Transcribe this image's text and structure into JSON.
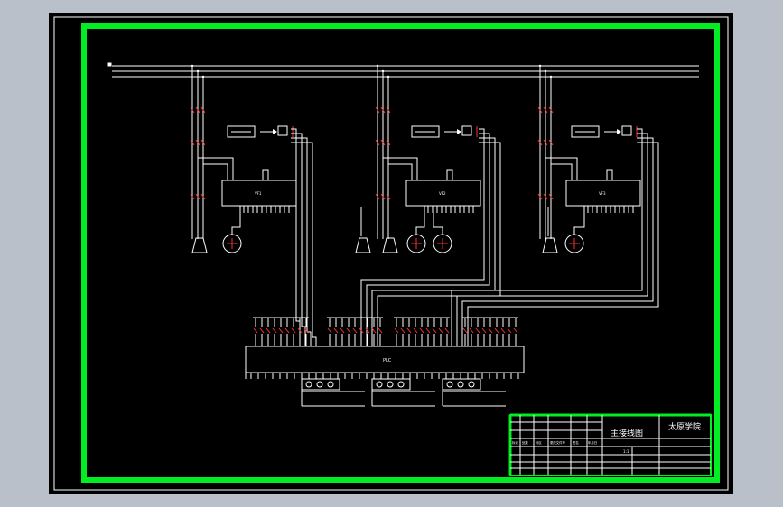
{
  "title_block": {
    "drawing_title": "主接线图",
    "school_name": "太原学院",
    "row_labels": [
      "标记",
      "处数",
      "分区",
      "更改文件号",
      "签名",
      "年月日"
    ],
    "scale_label": "1:1"
  },
  "diagram": {
    "plc_label": "PLC",
    "vfd_labels": [
      "VF1",
      "VF2",
      "VF3"
    ],
    "colors": {
      "background": "#000000",
      "frame": "#00ee22",
      "line": "#ffffff",
      "accent": "#ff3030"
    }
  }
}
